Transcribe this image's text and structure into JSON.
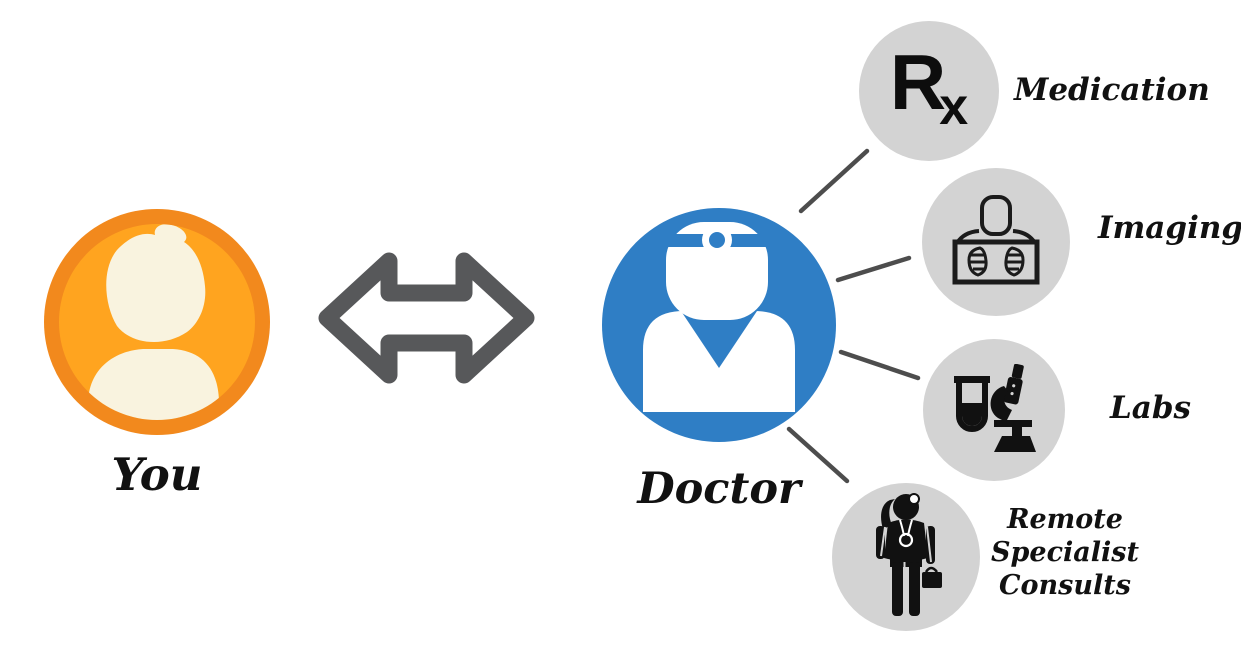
{
  "diagram": {
    "you": {
      "label": "You"
    },
    "doctor": {
      "label": "Doctor"
    },
    "arrow": {
      "type": "bidirectional"
    },
    "services": [
      {
        "id": "medication",
        "label": "Medication",
        "icon": "prescription-rx-icon"
      },
      {
        "id": "imaging",
        "label": "Imaging",
        "icon": "chest-xray-icon"
      },
      {
        "id": "labs",
        "label": "Labs",
        "icon": "test-tube-microscope-icon"
      },
      {
        "id": "remote",
        "label": "Remote Specialist Consults",
        "icon": "specialist-doctor-icon"
      }
    ],
    "rx_symbol": {
      "main": "R",
      "sub": "x"
    },
    "colors": {
      "background": "#FFFFFF",
      "you_ring": "#F2891D",
      "you_inner": "#FFA41F",
      "you_silhouette": "#F9F3DF",
      "doctor_blue": "#2F7EC5",
      "service_circle_gray": "#D3D3D3",
      "connector_gray": "#4D4D4D",
      "arrow_outline_gray": "#57585A",
      "icon_black": "#111111",
      "label_text": "#111111"
    }
  }
}
